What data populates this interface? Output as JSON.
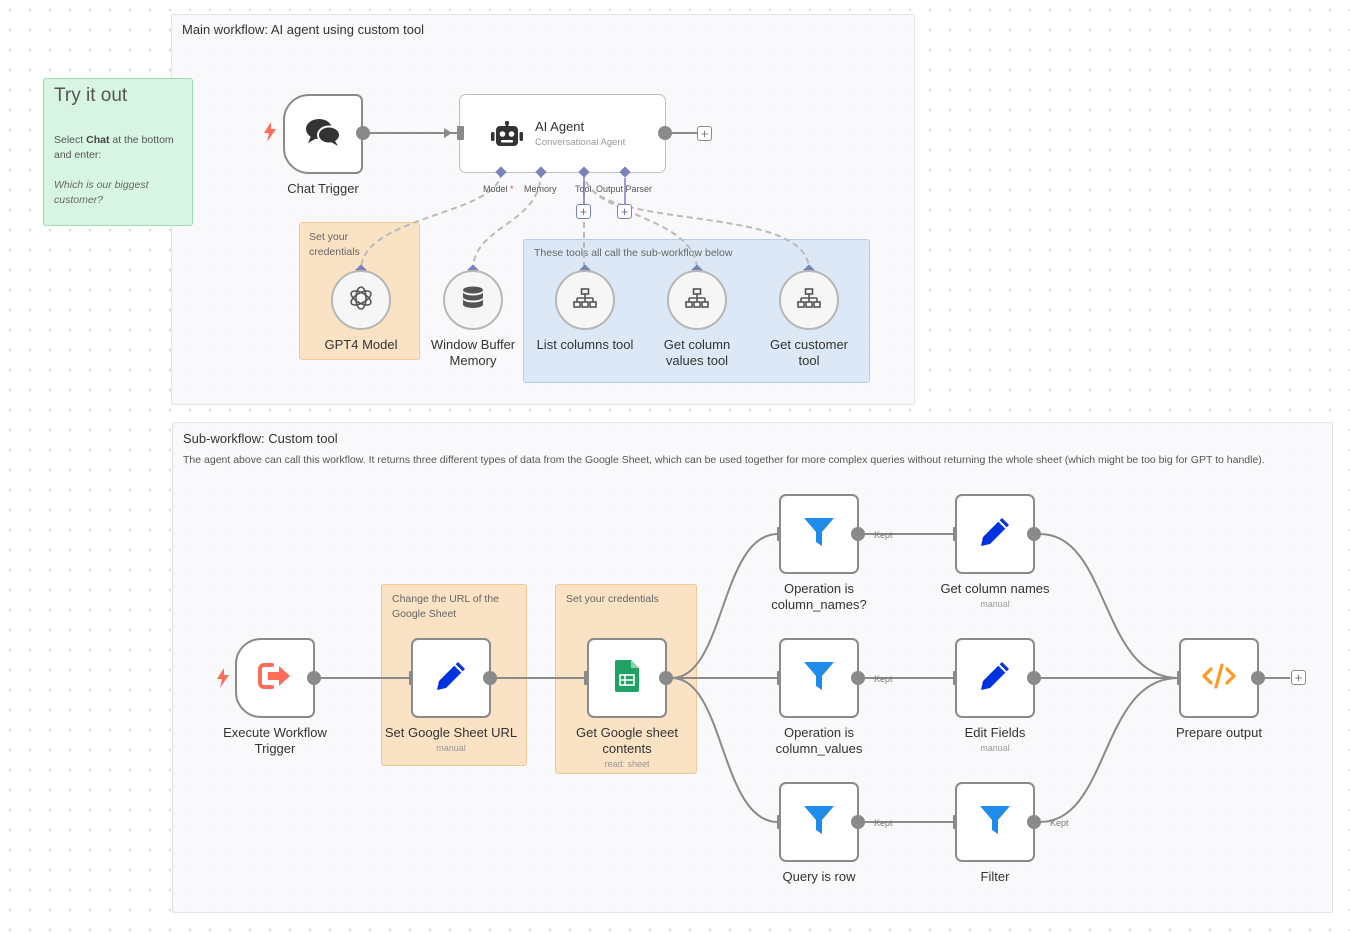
{
  "main_frame": {
    "title": "Main workflow: AI agent using custom tool"
  },
  "sub_frame": {
    "title": "Sub-workflow: Custom tool",
    "description": "The agent above can call this workflow. It returns three different types of data from the Google Sheet, which can be used together for more complex queries without returning the whole sheet (which might be too big for GPT to handle)."
  },
  "try_it_out": {
    "title": "Try it out",
    "line1_pre": "Select ",
    "line1_bold": "Chat",
    "line1_post": " at the bottom and enter:",
    "example": "Which is our biggest customer?"
  },
  "stickies": {
    "credentials_top": "Set your credentials",
    "tools_note": "These tools all call the sub-workflow below",
    "change_url": "Change the URL of the Google Sheet",
    "credentials_bottom": "Set your credentials"
  },
  "nodes": {
    "chat_trigger": {
      "label": "Chat Trigger"
    },
    "ai_agent": {
      "label": "AI Agent",
      "subtitle": "Conversational Agent"
    },
    "agent_inputs": {
      "model": "Model",
      "required": "*",
      "memory": "Memory",
      "tool": "Tool",
      "output_parser": "Output Parser"
    },
    "gpt4_model": {
      "label": "GPT4 Model"
    },
    "window_buffer": {
      "label": "Window Buffer Memory"
    },
    "list_columns": {
      "label": "List columns tool"
    },
    "get_column_values": {
      "label": "Get column values tool"
    },
    "get_customer": {
      "label": "Get customer tool"
    },
    "execute_trigger": {
      "label": "Execute Workflow Trigger"
    },
    "set_sheet_url": {
      "label": "Set Google Sheet URL",
      "subtitle": "manual"
    },
    "get_sheet": {
      "label": "Get Google sheet contents",
      "subtitle": "read: sheet"
    },
    "op_column_names": {
      "label": "Operation is column_names?"
    },
    "op_column_values": {
      "label": "Operation is column_values"
    },
    "query_row": {
      "label": "Query is row"
    },
    "get_column_names": {
      "label": "Get column names",
      "subtitle": "manual"
    },
    "edit_fields": {
      "label": "Edit Fields",
      "subtitle": "manual"
    },
    "filter": {
      "label": "Filter"
    },
    "prepare_output": {
      "label": "Prepare output"
    }
  },
  "edge_labels": {
    "kept": "Kept"
  },
  "colors": {
    "trigger_bolt": "#ff6d5a",
    "filter_icon": "#1f8ceb",
    "edit_icon": "#0033dd",
    "sheets_icon": "#21a366",
    "code_icon": "#ff9922",
    "execute_icon": "#ff6d5a",
    "sub_connector": "#7a82b8"
  },
  "icons": {
    "chat_trigger": "chat-bubbles-icon",
    "ai_agent": "robot-icon",
    "gpt4_model": "openai-icon",
    "window_buffer": "database-icon",
    "tools": "sitemap-icon",
    "execute_trigger": "sign-out-icon",
    "set": "pen-icon",
    "sheets": "google-sheets-icon",
    "filter": "filter-icon",
    "code": "code-icon"
  }
}
